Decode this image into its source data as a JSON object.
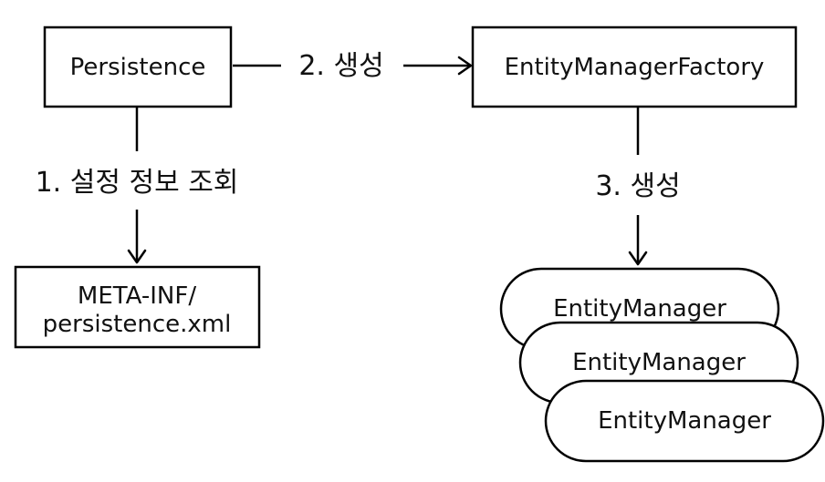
{
  "nodes": {
    "persistence": {
      "label": "Persistence"
    },
    "factory": {
      "label": "EntityManagerFactory"
    },
    "meta_inf": {
      "line1": "META-INF/",
      "line2": "persistence.xml"
    },
    "entity_managers": [
      {
        "label": "EntityManager"
      },
      {
        "label": "EntityManager"
      },
      {
        "label": "EntityManager"
      }
    ]
  },
  "edges": {
    "read_config": {
      "label": "1. 설정 정보 조회"
    },
    "create_factory": {
      "label": "2. 생성"
    },
    "create_manager": {
      "label": "3. 생성"
    }
  },
  "colors": {
    "stroke": "#000000",
    "background": "#ffffff"
  }
}
